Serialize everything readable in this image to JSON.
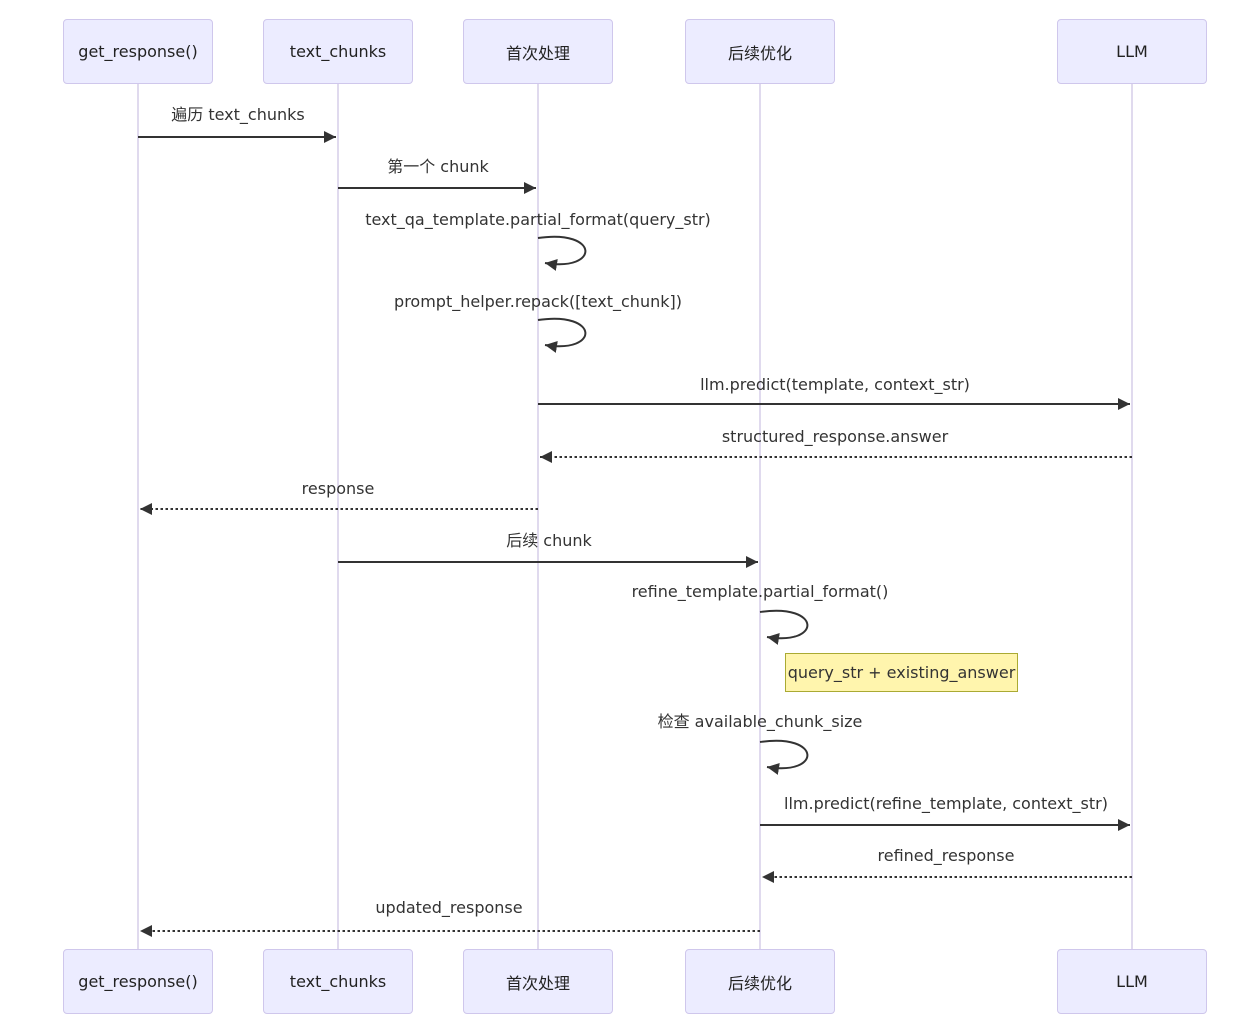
{
  "diagram": {
    "kind": "sequence-diagram",
    "participants": [
      {
        "label": "get_response()"
      },
      {
        "label": "text_chunks"
      },
      {
        "label": "首次处理"
      },
      {
        "label": "后续优化"
      },
      {
        "label": "LLM"
      }
    ],
    "messages": [
      {
        "from": "get_response()",
        "to": "text_chunks",
        "kind": "solid",
        "label": "遍历 text_chunks"
      },
      {
        "from": "text_chunks",
        "to": "首次处理",
        "kind": "solid",
        "label": "第一个 chunk"
      },
      {
        "from": "首次处理",
        "to": "首次处理",
        "kind": "self",
        "label": "text_qa_template.partial_format(query_str)"
      },
      {
        "from": "首次处理",
        "to": "首次处理",
        "kind": "self",
        "label": "prompt_helper.repack([text_chunk])"
      },
      {
        "from": "首次处理",
        "to": "LLM",
        "kind": "solid",
        "label": "llm.predict(template, context_str)"
      },
      {
        "from": "LLM",
        "to": "首次处理",
        "kind": "dashed",
        "label": "structured_response.answer"
      },
      {
        "from": "首次处理",
        "to": "get_response()",
        "kind": "dashed",
        "label": "response"
      },
      {
        "from": "text_chunks",
        "to": "后续优化",
        "kind": "solid",
        "label": "后续 chunk"
      },
      {
        "from": "后续优化",
        "to": "后续优化",
        "kind": "self",
        "label": "refine_template.partial_format()"
      },
      {
        "note_on": "后续优化",
        "position": "right",
        "kind": "note",
        "label": "query_str + existing_answer"
      },
      {
        "from": "后续优化",
        "to": "后续优化",
        "kind": "self",
        "label": "检查 available_chunk_size"
      },
      {
        "from": "后续优化",
        "to": "LLM",
        "kind": "solid",
        "label": "llm.predict(refine_template, context_str)"
      },
      {
        "from": "LLM",
        "to": "后续优化",
        "kind": "dashed",
        "label": "refined_response"
      },
      {
        "from": "后续优化",
        "to": "get_response()",
        "kind": "dashed",
        "label": "updated_response"
      }
    ],
    "colors": {
      "background": "#FFFFFF",
      "actor_fill": "#ECECFF",
      "actor_border": "#CFC7EC",
      "lifeline": "#D5CEE8",
      "arrow": "#333333",
      "text": "#333333",
      "note_fill": "#FFF5AD",
      "note_border": "#AAAA33"
    }
  }
}
